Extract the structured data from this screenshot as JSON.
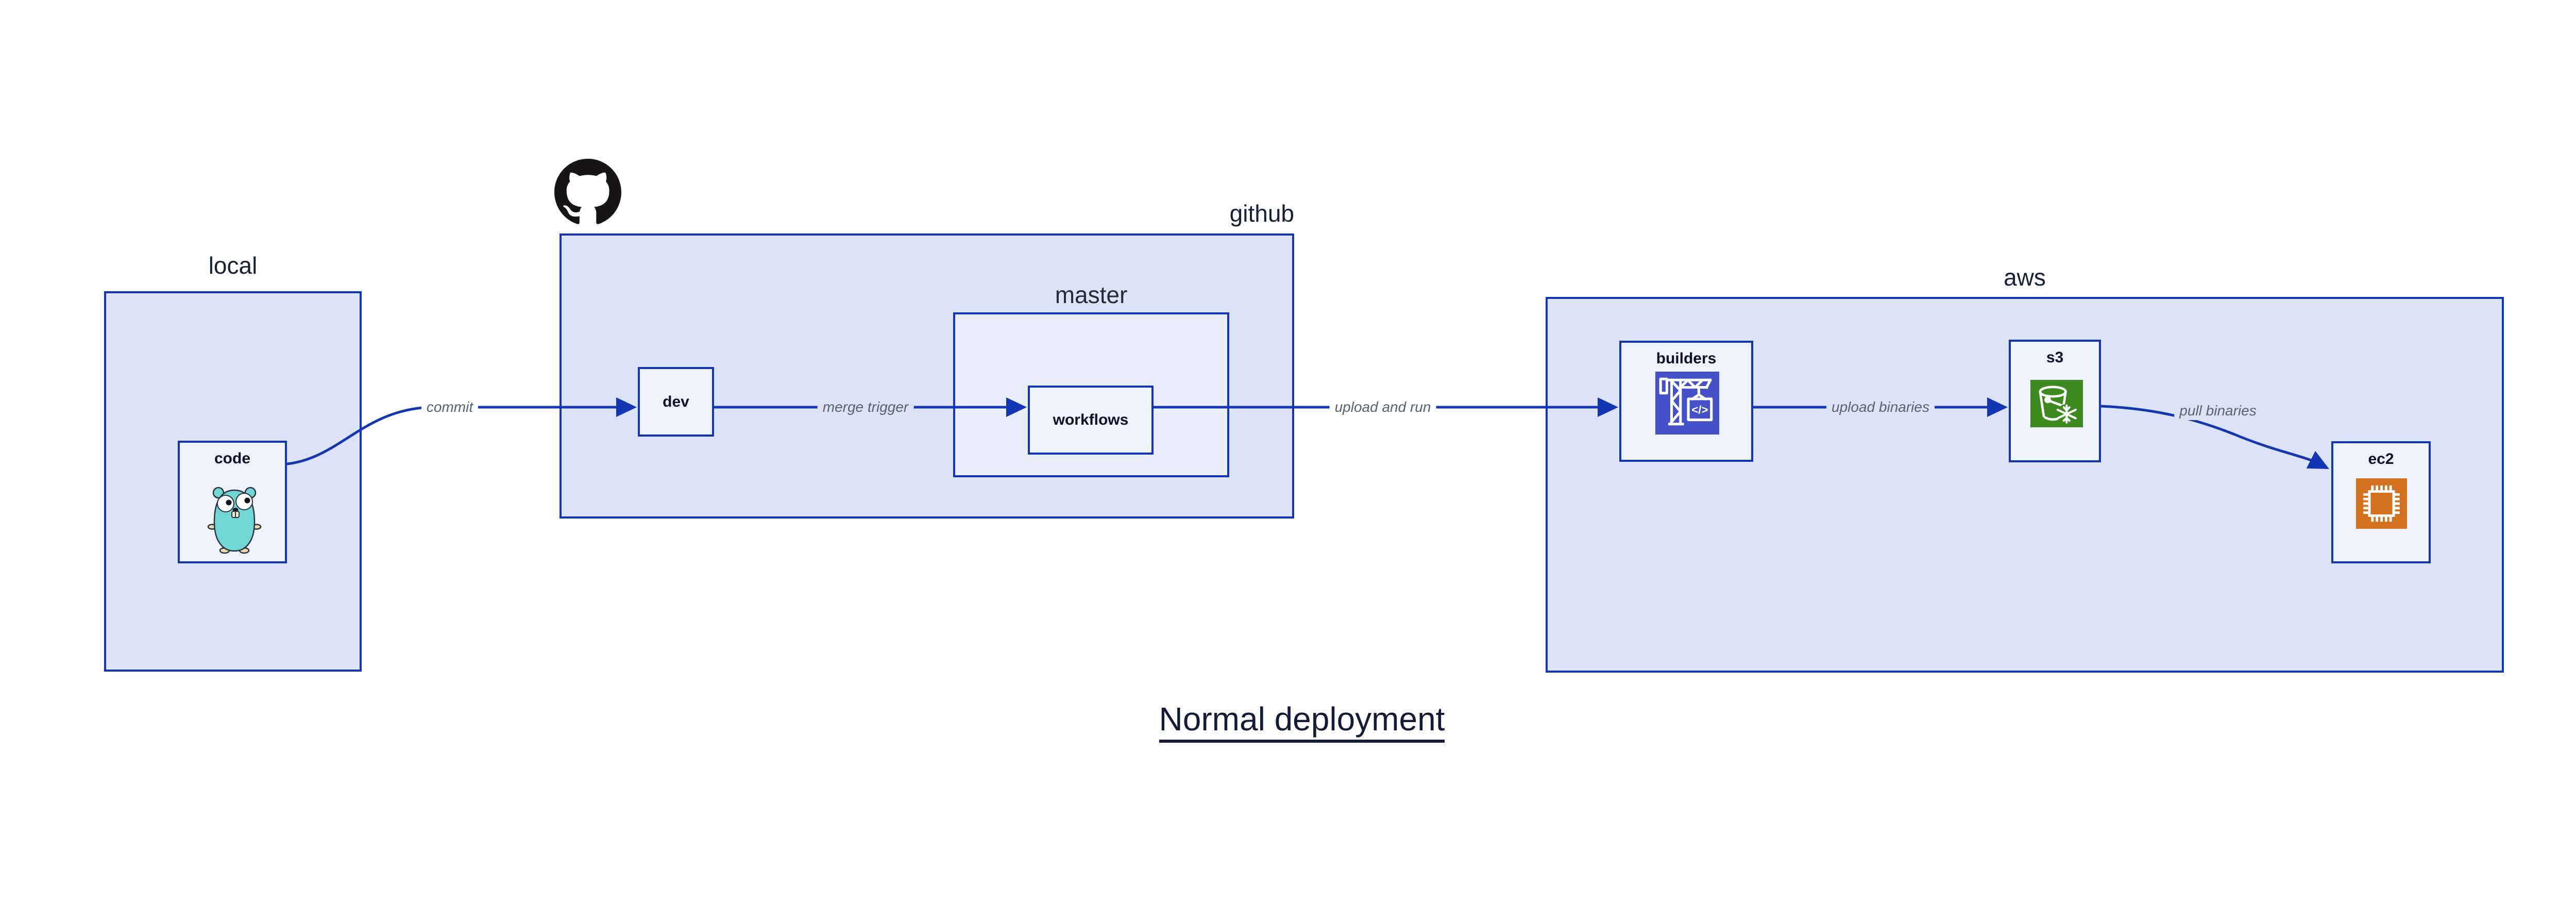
{
  "diagram": {
    "title": "Normal deployment",
    "clusters": {
      "local": {
        "label": "local"
      },
      "github": {
        "label": "github",
        "logo_icon": "github-octocat-icon"
      },
      "master": {
        "label": "master"
      },
      "aws": {
        "label": "aws"
      }
    },
    "nodes": {
      "code": {
        "label": "code",
        "icon": "go-gopher-icon",
        "icon_color": "#70d7d4"
      },
      "dev": {
        "label": "dev"
      },
      "workflows": {
        "label": "workflows"
      },
      "builders": {
        "label": "builders",
        "icon": "aws-codebuild-crane-icon",
        "icon_color": "#4551c9"
      },
      "s3": {
        "label": "s3",
        "icon": "aws-s3-bucket-snowflake-icon",
        "icon_color": "#3d8a1e"
      },
      "ec2": {
        "label": "ec2",
        "icon": "aws-ec2-chip-icon",
        "icon_color": "#d4711f"
      }
    },
    "edges": [
      {
        "from": "code",
        "to": "dev",
        "label": "commit"
      },
      {
        "from": "dev",
        "to": "workflows",
        "label": "merge trigger"
      },
      {
        "from": "workflows",
        "to": "builders",
        "label": "upload and run"
      },
      {
        "from": "builders",
        "to": "s3",
        "label": "upload binaries"
      },
      {
        "from": "s3",
        "to": "ec2",
        "label": "pull binaries"
      }
    ],
    "colors": {
      "canvas_bg": "#ffffff",
      "cluster_fill": "#dce3f8",
      "master_fill": "#e9eefb",
      "node_fill": "#eff3fd",
      "border_blue": "#1337b4",
      "edge_blue": "#1337b4",
      "edge_label_gray": "#5a6170",
      "node_text": "#0c122e",
      "cluster_text": "#182038",
      "title_text": "#141b38",
      "github_logo_black": "#171515"
    }
  }
}
